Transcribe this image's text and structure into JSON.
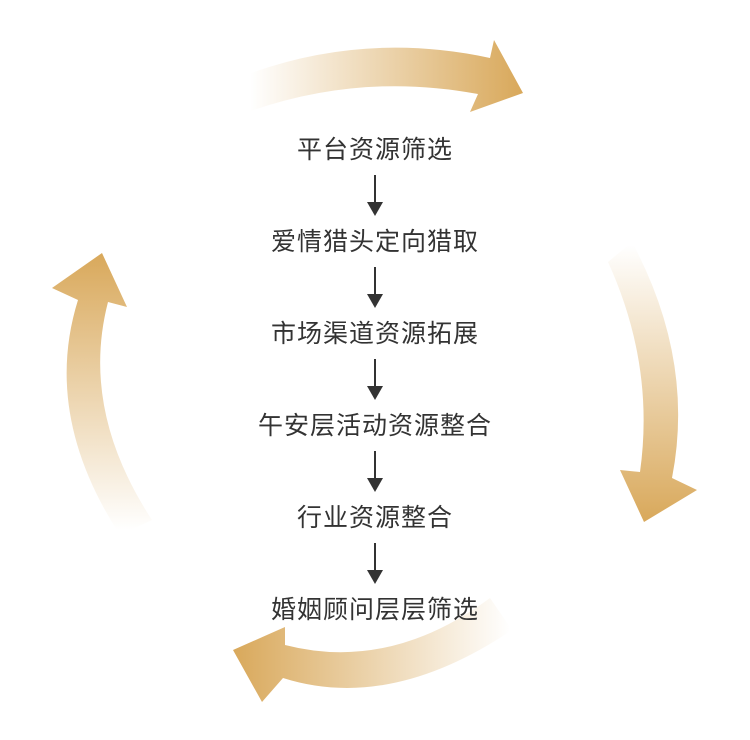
{
  "steps": [
    {
      "label": "平台资源筛选"
    },
    {
      "label": "爱情猎头定向猎取"
    },
    {
      "label": "市场渠道资源拓展"
    },
    {
      "label": "午安层活动资源整合"
    },
    {
      "label": "行业资源整合"
    },
    {
      "label": "婚姻顾问层层筛选"
    }
  ],
  "colors": {
    "arrow_gold": "#d9a95c",
    "text": "#333333",
    "connector": "#333333"
  },
  "icons": {
    "connector": "down-arrow-icon",
    "cycle": "circular-arrow-icon"
  }
}
